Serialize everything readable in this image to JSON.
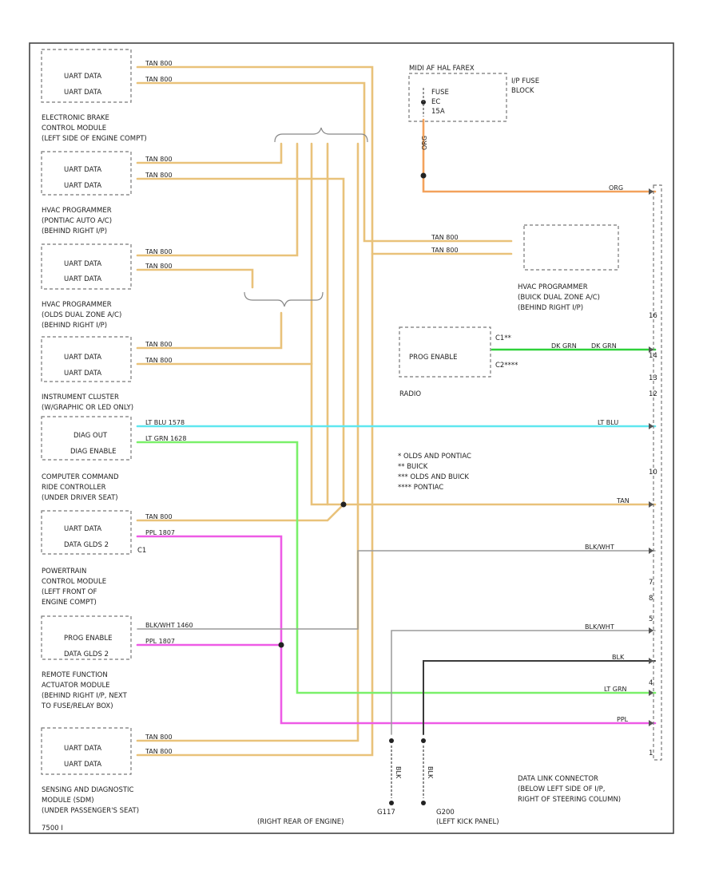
{
  "colors": {
    "tan": "#e9c27a",
    "orange": "#f3a25c",
    "dk_green": "#2fd13a",
    "lt_blue": "#5fe7f0",
    "lt_green": "#7af06a",
    "purple": "#ee5be6",
    "black_white": "#9a9a9a",
    "black": "#3a3a3a"
  },
  "modules": {
    "ebcm": {
      "pins": [
        "UART DATA",
        "UART DATA"
      ],
      "name": [
        "ELECTRONIC BRAKE",
        "CONTROL MODULE",
        "(LEFT SIDE OF ENGINE COMPT)"
      ]
    },
    "hvac_pontiac": {
      "pins": [
        "UART DATA",
        "UART DATA"
      ],
      "name": [
        "HVAC PROGRAMMER",
        "(PONTIAC AUTO A/C)",
        "(BEHIND RIGHT I/P)"
      ]
    },
    "hvac_olds": {
      "pins": [
        "UART DATA",
        "UART DATA"
      ],
      "name": [
        "HVAC PROGRAMMER",
        "(OLDS DUAL ZONE A/C)",
        "(BEHIND RIGHT I/P)"
      ]
    },
    "cluster": {
      "pins": [
        "UART DATA",
        "UART DATA"
      ],
      "name": [
        "INSTRUMENT CLUSTER",
        "(W/GRAPHIC OR LED ONLY)"
      ]
    },
    "radio": {
      "pins": [
        "DIAG OUT",
        "DIAG ENABLE"
      ]
    },
    "ride": {
      "name": [
        "COMPUTER COMMAND",
        "RIDE CONTROLLER",
        "(UNDER DRIVER SEAT)"
      ],
      "pins": [
        "UART DATA",
        "DATA GLDS 2"
      ],
      "pin_ref": "C1"
    },
    "pcm": {
      "name": [
        "POWERTRAIN",
        "CONTROL MODULE",
        "(LEFT FRONT OF",
        "ENGINE COMPT)"
      ],
      "pins": [
        "PROG ENABLE",
        "DATA GLDS 2"
      ]
    },
    "rfa": {
      "name": [
        "REMOTE FUNCTION",
        "ACTUATOR MODULE",
        "(BEHIND RIGHT I/P, NEXT",
        "TO FUSE/RELAY BOX)"
      ],
      "pins": [
        "UART DATA",
        "UART DATA"
      ]
    },
    "sdm": {
      "name": [
        "SENSING AND DIAGNOSTIC",
        "MODULE (SDM)",
        "(UNDER PASSENGER'S SEAT)"
      ]
    }
  },
  "wire_labels": {
    "w1": "TAN 800",
    "w2": "TAN 800",
    "w3": "TAN 800",
    "w4": "TAN 800",
    "w5": "TAN 800",
    "w6": "TAN 800",
    "w7": "TAN 800",
    "w8": "TAN 800",
    "w9": "LT BLU 1578",
    "w10": "LT GRN 1628",
    "w11": "TAN 800",
    "w12": "PPL 1807",
    "w13": "BLK/WHT 1460",
    "w14": "PPL 1807",
    "w15": "TAN 800",
    "w16": "TAN 800",
    "hv1": "TAN 800",
    "hv2": "TAN 800",
    "radio_g": "DK GRN",
    "org_v": "ORG"
  },
  "fuse": {
    "title": "MIDI AF HAL FAREX",
    "fuse": [
      "FUSE",
      "EC",
      "15A"
    ],
    "block": [
      "I/P FUSE",
      "BLOCK"
    ]
  },
  "hvac_buick": {
    "name": [
      "HVAC PROGRAMMER",
      "(BUICK DUAL ZONE A/C)",
      "(BEHIND RIGHT I/P)"
    ]
  },
  "radio_box": {
    "pin": "PROG ENABLE",
    "name": "RADIO",
    "c1": "C1**",
    "c2": "C2****"
  },
  "notes": [
    "* OLDS AND PONTIAC",
    "** BUICK",
    "*** OLDS AND BUICK",
    "**** PONTIAC"
  ],
  "dlc": {
    "pins": [
      "16",
      "13",
      "12",
      "14",
      "10",
      "7",
      "8",
      "5",
      "4",
      "1"
    ],
    "wires": [
      "ORG",
      "DK GRN",
      "LT BLU",
      "TAN",
      "BLK/WHT",
      "BLK/WHT",
      "BLK",
      "LT GRN",
      "PPL"
    ],
    "name": [
      "DATA LINK CONNECTOR",
      "(BELOW LEFT SIDE OF I/P,",
      "RIGHT OF STEERING COLUMN)"
    ]
  },
  "grounds": {
    "g1": {
      "id": "G117",
      "loc": "(RIGHT REAR OF ENGINE)",
      "wire": "BLK"
    },
    "g2": {
      "id": "G200",
      "loc": "(LEFT KICK PANEL)",
      "wire": "BLK"
    }
  },
  "footer": "7500 I"
}
